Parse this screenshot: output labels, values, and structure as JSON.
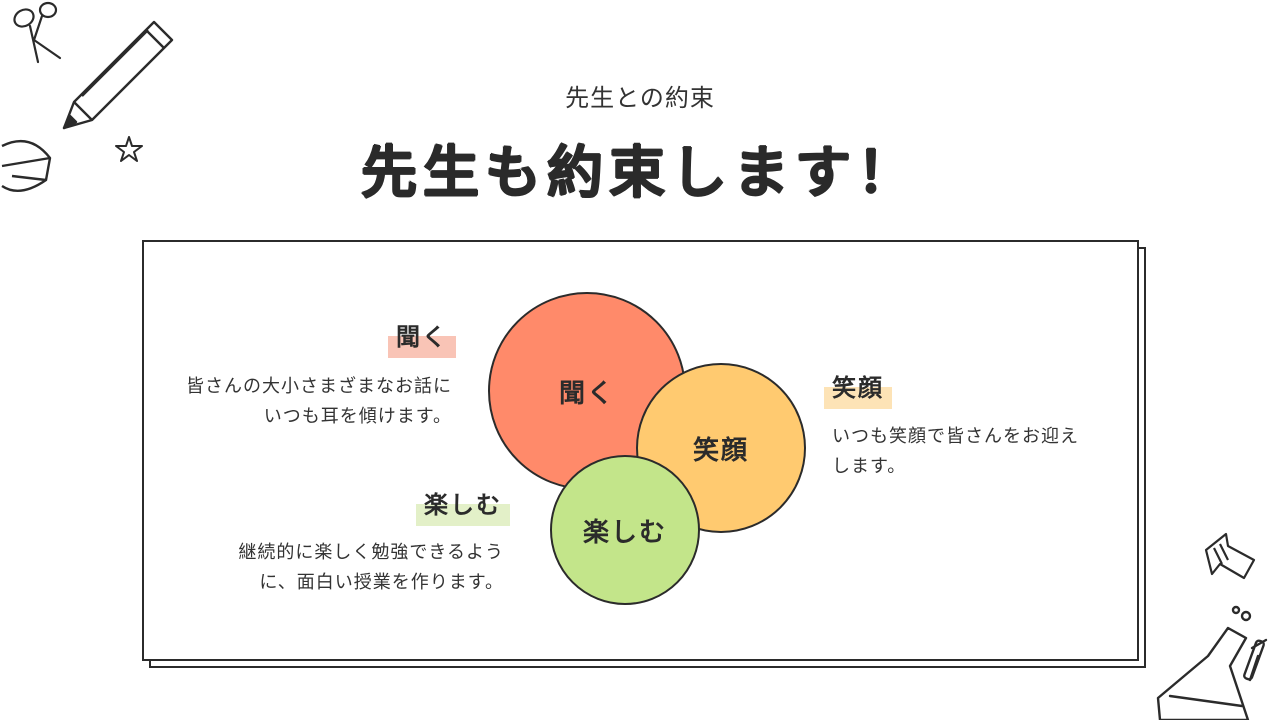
{
  "header": {
    "subtitle": "先生との約束",
    "title": "先生も約束します！"
  },
  "venn": {
    "listen": "聞く",
    "smile": "笑顔",
    "enjoy": "楽しむ"
  },
  "items": {
    "listen": {
      "label": "聞く",
      "line1": "皆さんの大小さまざまなお話に",
      "line2": "いつも耳を傾けます。",
      "highlight": "#f9c4b6",
      "color": "#ff8a6a"
    },
    "smile": {
      "label": "笑顔",
      "line1": "いつも笑顔で皆さんをお迎え",
      "line2": "します。",
      "highlight": "#fde3b6",
      "color": "#ffca70"
    },
    "enjoy": {
      "label": "楽しむ",
      "line1": "継続的に楽しく勉強できるよう",
      "line2": "に、面白い授業を作ります。",
      "highlight": "#e3f0c8",
      "color": "#c3e58a"
    }
  },
  "icons": [
    "scissors-icon",
    "pencil-icon",
    "star-icon",
    "eraser-icon",
    "arrow-cursor-icon",
    "flask-icon"
  ]
}
